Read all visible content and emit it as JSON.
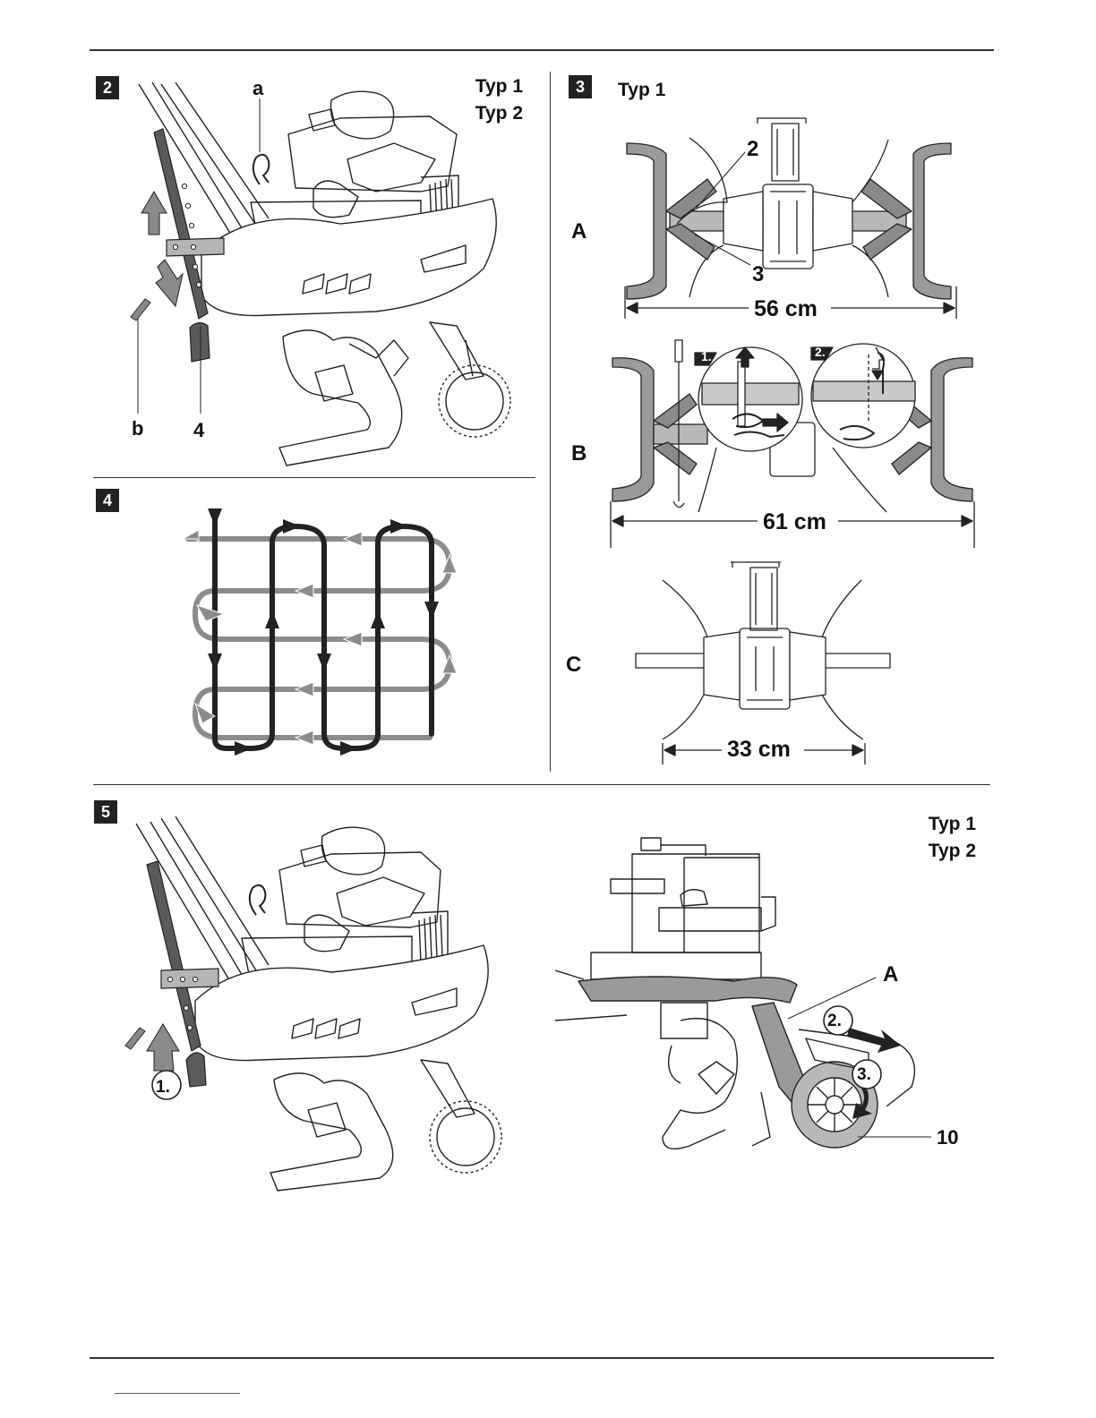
{
  "figures": {
    "fig2": {
      "number": "2",
      "types": [
        "Typ 1",
        "Typ 2"
      ],
      "labels": {
        "a": "a",
        "b": "b",
        "four": "4"
      }
    },
    "fig3": {
      "number": "3",
      "type": "Typ 1",
      "config_a": {
        "label": "A",
        "callout_2": "2",
        "callout_3": "3",
        "width": "56 cm"
      },
      "config_b": {
        "label": "B",
        "step_1": "1.",
        "step_2": "2.",
        "width": "61 cm"
      },
      "config_c": {
        "label": "C",
        "width": "33 cm"
      }
    },
    "fig4": {
      "number": "4"
    },
    "fig5": {
      "number": "5",
      "types": [
        "Typ 1",
        "Typ 2"
      ],
      "labels": {
        "step_1": "1.",
        "step_2": "2.",
        "step_3": "3.",
        "a": "A",
        "ten": "10"
      }
    }
  },
  "colors": {
    "line": "#222222",
    "gray": "#8a8a8a",
    "dark_gray": "#5a5a5a",
    "path_gray": "#8c8c8c"
  }
}
